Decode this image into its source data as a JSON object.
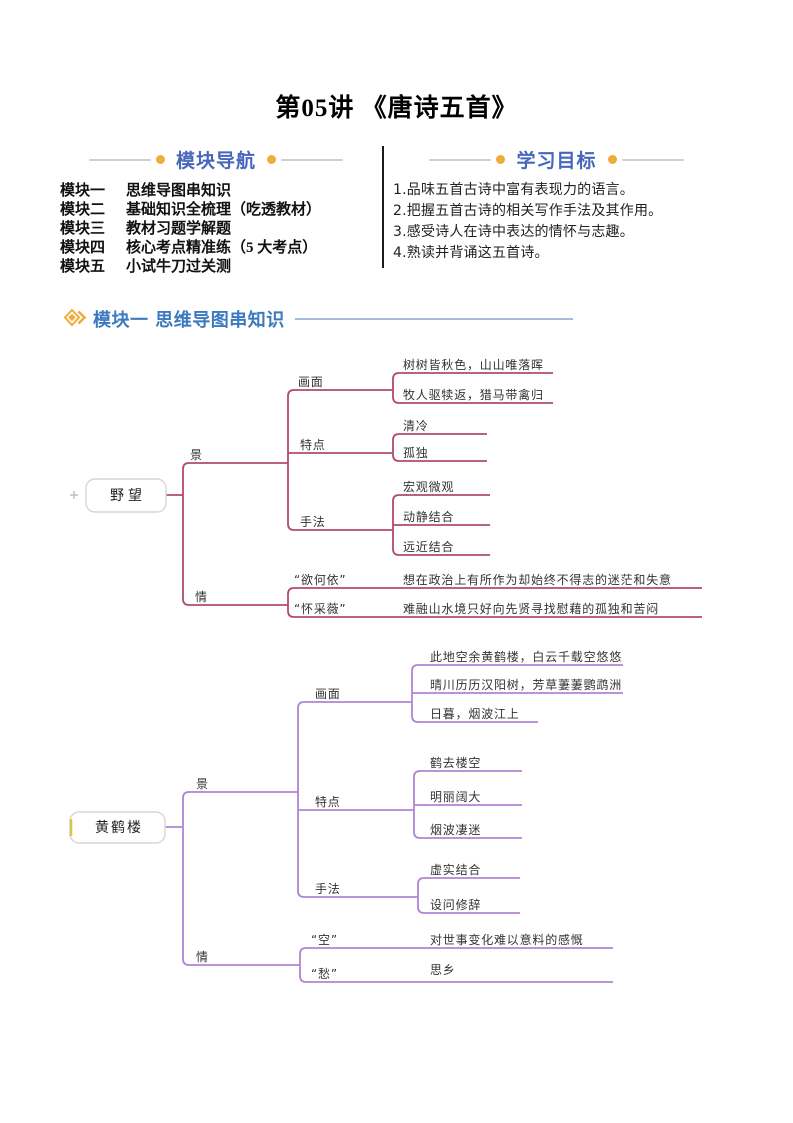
{
  "page": {
    "title": "第05讲 《唐诗五首》"
  },
  "colors": {
    "header_blue": "#4767ba",
    "section_blue": "#3b7ac0",
    "gold": "#efab3b",
    "divider_black": "#1b1b1b",
    "map1_line": "#b14a70",
    "map2_line": "#b084d4"
  },
  "nav": {
    "header": "模块导航",
    "items": [
      {
        "label": "模块一",
        "desc": "思维导图串知识"
      },
      {
        "label": "模块二",
        "desc": "基础知识全梳理（吃透教材）"
      },
      {
        "label": "模块三",
        "desc": "教材习题学解题"
      },
      {
        "label": "模块四",
        "desc": "核心考点精准练（5 大考点）"
      },
      {
        "label": "模块五",
        "desc": "小试牛刀过关测"
      }
    ]
  },
  "objectives": {
    "header": "学习目标",
    "items": [
      "1.品味五首古诗中富有表现力的语言。",
      "2.把握五首古诗的相关写作手法及其作用。",
      "3.感受诗人在诗中表达的情怀与志趣。",
      "4.熟读并背诵这五首诗。"
    ]
  },
  "section": {
    "title": "模块一 思维导图串知识"
  },
  "mindmaps": [
    {
      "root": "野望",
      "color": "#b14a70",
      "branch_scene": "景",
      "branch_emotion": "情",
      "node_picture": "画面",
      "node_feature": "特点",
      "node_technique": "手法",
      "node_quote1": "“欲何依”",
      "node_quote2": "“怀采薇”",
      "leaf_picture": [
        "树树皆秋色，山山唯落晖",
        "牧人驱犊返，猎马带禽归"
      ],
      "leaf_feature": [
        "清冷",
        "孤独"
      ],
      "leaf_technique": [
        "宏观微观",
        "动静结合",
        "远近结合"
      ],
      "leaf_quote1": "想在政治上有所作为却始终不得志的迷茫和失意",
      "leaf_quote2": "难融山水境只好向先贤寻找慰藉的孤独和苦闷"
    },
    {
      "root": "黄鹤楼",
      "color": "#b084d4",
      "branch_scene": "景",
      "branch_emotion": "情",
      "node_picture": "画面",
      "node_feature": "特点",
      "node_technique": "手法",
      "node_quote1": "“空”",
      "node_quote2": "“愁”",
      "leaf_picture": [
        "此地空余黄鹤楼，白云千载空悠悠",
        "晴川历历汉阳树，芳草萋萋鹦鹉洲",
        "日暮，烟波江上"
      ],
      "leaf_feature": [
        "鹤去楼空",
        "明丽阔大",
        "烟波凄迷"
      ],
      "leaf_technique": [
        "虚实结合",
        "设问修辞"
      ],
      "leaf_quote1": "对世事变化难以意料的感慨",
      "leaf_quote2": "思乡"
    }
  ]
}
